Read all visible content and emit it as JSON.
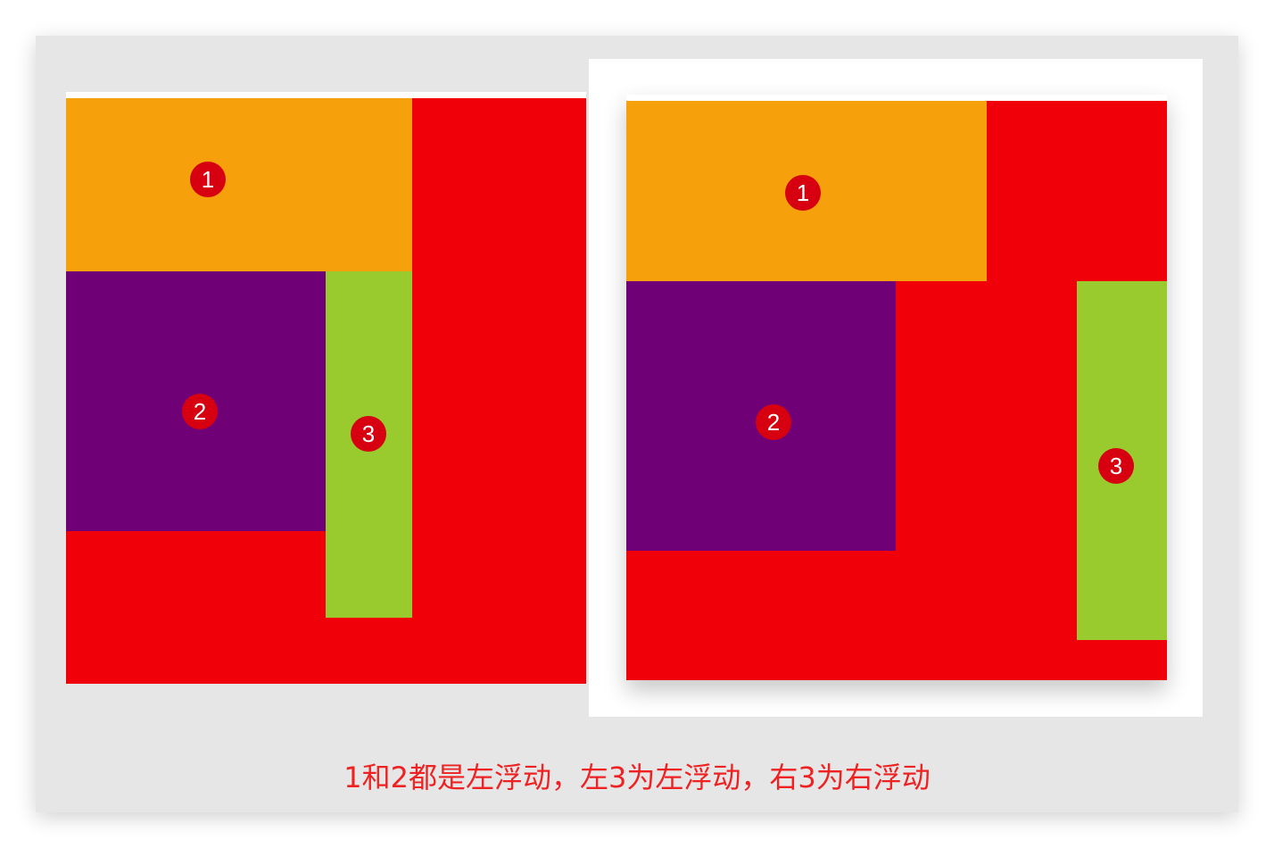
{
  "colors": {
    "container": "#f00008",
    "box1": "#f6a00c",
    "box2": "#700075",
    "box3": "#9acb2e",
    "badge": "#d60010",
    "caption": "#ee2222"
  },
  "diagrams": [
    {
      "name": "left-float",
      "badges": {
        "one": "1",
        "two": "2",
        "three": "3"
      }
    },
    {
      "name": "right-float",
      "badges": {
        "one": "1",
        "two": "2",
        "three": "3"
      }
    }
  ],
  "caption": "1和2都是左浮动，左3为左浮动，右3为右浮动"
}
